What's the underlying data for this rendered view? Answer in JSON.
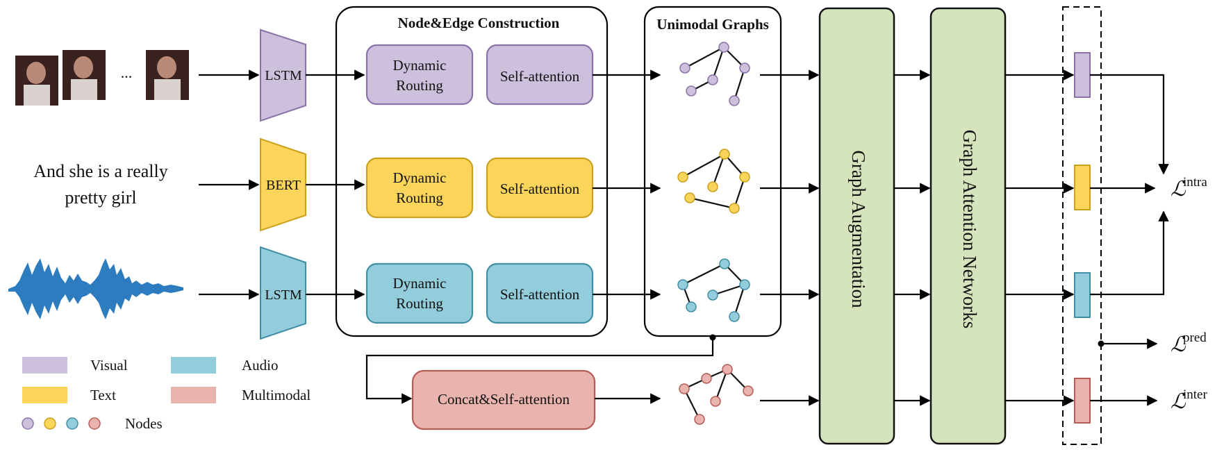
{
  "sections": {
    "node_edge_title": "Node&Edge Construction",
    "unimodal_title": "Unimodal Graphs"
  },
  "inputs": {
    "ellipsis": "...",
    "text_line1": "And she is a really",
    "text_line2": "pretty girl"
  },
  "encoders": {
    "visual": "LSTM",
    "text": "BERT",
    "audio": "LSTM"
  },
  "modules": {
    "dynamic_routing_line1": "Dynamic",
    "dynamic_routing_line2": "Routing",
    "self_attention": "Self-attention",
    "concat": "Concat&Self-attention",
    "graph_augmentation": "Graph Augmentation",
    "graph_attention": "Graph Attention Networks"
  },
  "losses": {
    "intra_sup": "intra",
    "pred_sup": "pred",
    "inter_sup": "inter",
    "symbol": "ℒ"
  },
  "legend": {
    "visual": "Visual",
    "audio": "Audio",
    "text": "Text",
    "multimodal": "Multimodal",
    "nodes": "Nodes"
  },
  "colors": {
    "visual_fill": "#cdc0dc",
    "visual_stroke": "#8a72a8",
    "text_fill": "#fbd45a",
    "text_stroke": "#c9a11c",
    "audio_fill": "#93cddb",
    "audio_stroke": "#3f8ea3",
    "multi_fill": "#e9b4ae",
    "multi_stroke": "#b45c55",
    "green_fill": "#d6e4bd",
    "green_stroke": "#111111",
    "waveform": "#2e7cc0"
  }
}
